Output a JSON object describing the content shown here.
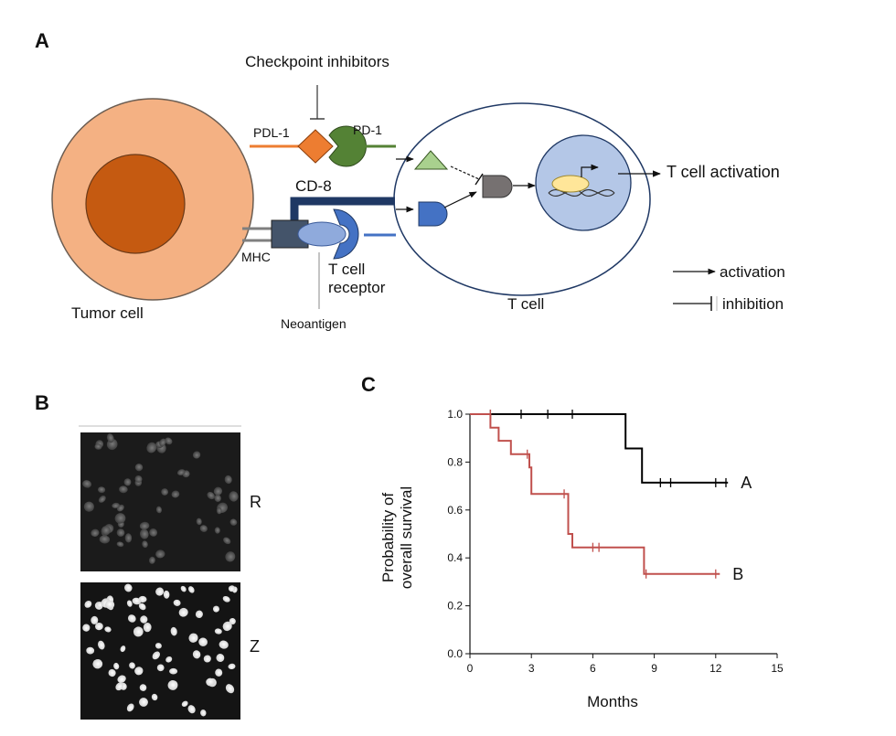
{
  "panels": {
    "a": {
      "letter": "A",
      "checkpoint_inhibitors": "Checkpoint inhibitors",
      "pdl1": "PDL-1",
      "pd1": "PD-1",
      "cd8": "CD-8",
      "mhc": "MHC",
      "tcr_line1": "T cell",
      "tcr_line2": "receptor",
      "neoantigen": "Neoantigen",
      "tumor_cell": "Tumor cell",
      "t_cell": "T cell",
      "t_cell_activation": "T cell activation",
      "legend_activation": "activation",
      "legend_inhibition": "inhibition",
      "colors": {
        "tumor_outer": "#f4b183",
        "tumor_nucleus": "#c55a11",
        "pdl1": "#ed7d31",
        "pd1": "#548235",
        "cd8": "#1f3864",
        "tcr": "#4472c4",
        "tcell_nucleus": "#b4c7e7",
        "green_triangle": "#a9d18e",
        "gray_receptor": "#767171",
        "transcription_factor": "#ffe699"
      }
    },
    "b": {
      "letter": "B",
      "top_label": "R",
      "bottom_label": "Z"
    },
    "c": {
      "letter": "C",
      "ylabel_line1": "Probability of",
      "ylabel_line2": "overall survival",
      "xlabel": "Months"
    }
  },
  "chart_data": {
    "type": "line",
    "subtype": "kaplan-meier",
    "title": "",
    "xlabel": "Months",
    "ylabel": "Probability of overall survival",
    "xlim": [
      0,
      15
    ],
    "ylim": [
      0,
      1.0
    ],
    "x_ticks": [
      0,
      3,
      6,
      9,
      12,
      15
    ],
    "y_ticks": [
      0.0,
      0.2,
      0.4,
      0.6,
      0.8,
      1.0
    ],
    "y_tick_labels": [
      "0.0",
      "0.2",
      "0.4",
      "0.6",
      "0.8",
      "1.0"
    ],
    "grid": false,
    "series": [
      {
        "name": "A",
        "color": "#000000",
        "steps": [
          [
            0,
            1.0
          ],
          [
            7.6,
            1.0
          ],
          [
            7.6,
            0.857
          ],
          [
            8.4,
            0.857
          ],
          [
            8.4,
            0.714
          ],
          [
            12.6,
            0.714
          ]
        ],
        "censored": [
          [
            1.0,
            1.0
          ],
          [
            2.5,
            1.0
          ],
          [
            3.8,
            1.0
          ],
          [
            5.0,
            1.0
          ],
          [
            9.3,
            0.714
          ],
          [
            9.8,
            0.714
          ],
          [
            12.0,
            0.714
          ],
          [
            12.5,
            0.714
          ]
        ]
      },
      {
        "name": "B",
        "color": "#c0504d",
        "steps": [
          [
            0,
            1.0
          ],
          [
            1.0,
            1.0
          ],
          [
            1.0,
            0.944
          ],
          [
            1.4,
            0.944
          ],
          [
            1.4,
            0.889
          ],
          [
            2.0,
            0.889
          ],
          [
            2.0,
            0.833
          ],
          [
            2.9,
            0.833
          ],
          [
            2.9,
            0.778
          ],
          [
            3.0,
            0.778
          ],
          [
            3.0,
            0.667
          ],
          [
            4.8,
            0.667
          ],
          [
            4.8,
            0.5
          ],
          [
            5.0,
            0.5
          ],
          [
            5.0,
            0.444
          ],
          [
            8.5,
            0.444
          ],
          [
            8.5,
            0.333
          ],
          [
            12.2,
            0.333
          ]
        ],
        "censored": [
          [
            1.0,
            1.0
          ],
          [
            2.8,
            0.833
          ],
          [
            4.6,
            0.667
          ],
          [
            6.0,
            0.444
          ],
          [
            6.3,
            0.444
          ],
          [
            8.6,
            0.333
          ],
          [
            12.0,
            0.333
          ]
        ]
      }
    ]
  }
}
